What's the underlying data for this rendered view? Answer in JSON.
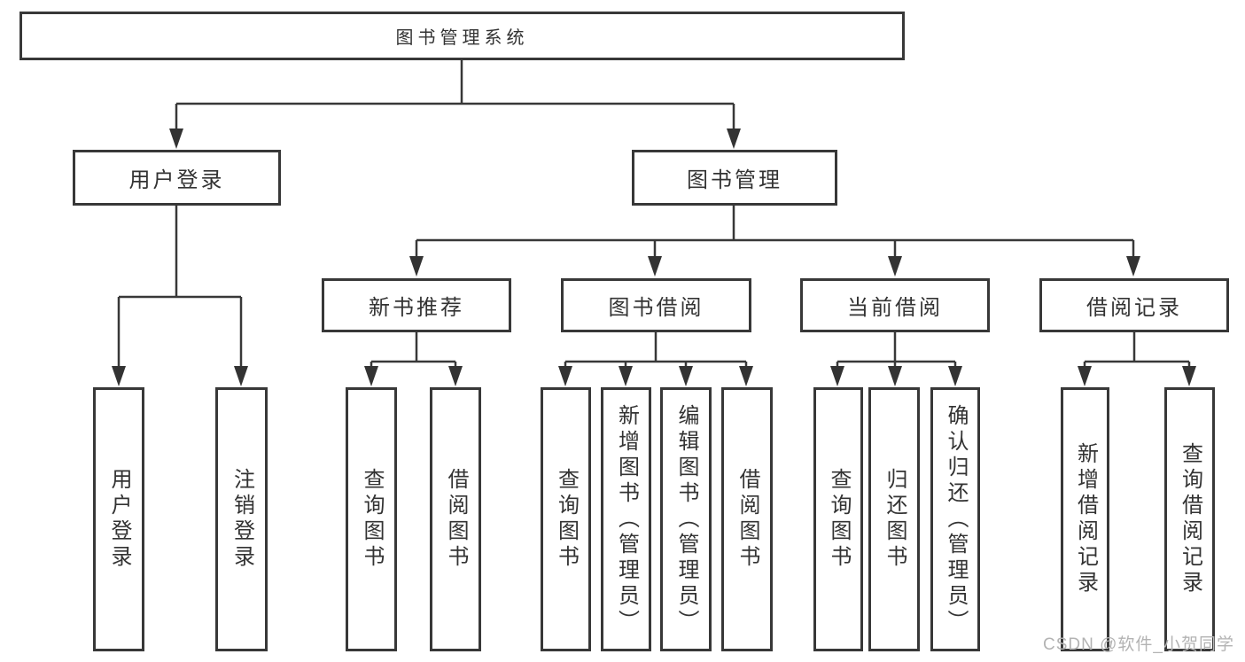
{
  "nodes": {
    "root": {
      "label": "图书管理系统"
    },
    "user_login": {
      "label": "用户登录"
    },
    "book_mgmt": {
      "label": "图书管理"
    },
    "new_book_rec": {
      "label": "新书推荐"
    },
    "book_borrow": {
      "label": "图书借阅"
    },
    "current_borrow": {
      "label": "当前借阅"
    },
    "borrow_records": {
      "label": "借阅记录"
    },
    "ul_user_login": {
      "label": "用户登录"
    },
    "ul_logout": {
      "label": "注销登录"
    },
    "nb_query_books": {
      "label": "查询图书"
    },
    "nb_borrow_books": {
      "label": "借阅图书"
    },
    "bb_query_books": {
      "label": "查询图书"
    },
    "bb_add_books": {
      "label": "新增图书（管理员）"
    },
    "bb_edit_books": {
      "label": "编辑图书（管理员）"
    },
    "bb_borrow_books": {
      "label": "借阅图书"
    },
    "cb_query_books": {
      "label": "查询图书"
    },
    "cb_return_books": {
      "label": "归还图书"
    },
    "cb_confirm_return": {
      "label": "确认归还（管理员）"
    },
    "br_add_record": {
      "label": "新增借阅记录"
    },
    "br_query_record": {
      "label": "查询借阅记录"
    }
  },
  "watermark": {
    "text": "CSDN @软件_小贺同学"
  },
  "colors": {
    "line": "#383838",
    "text": "#333333",
    "watermark": "#b3b3b3",
    "background": "#ffffff"
  }
}
